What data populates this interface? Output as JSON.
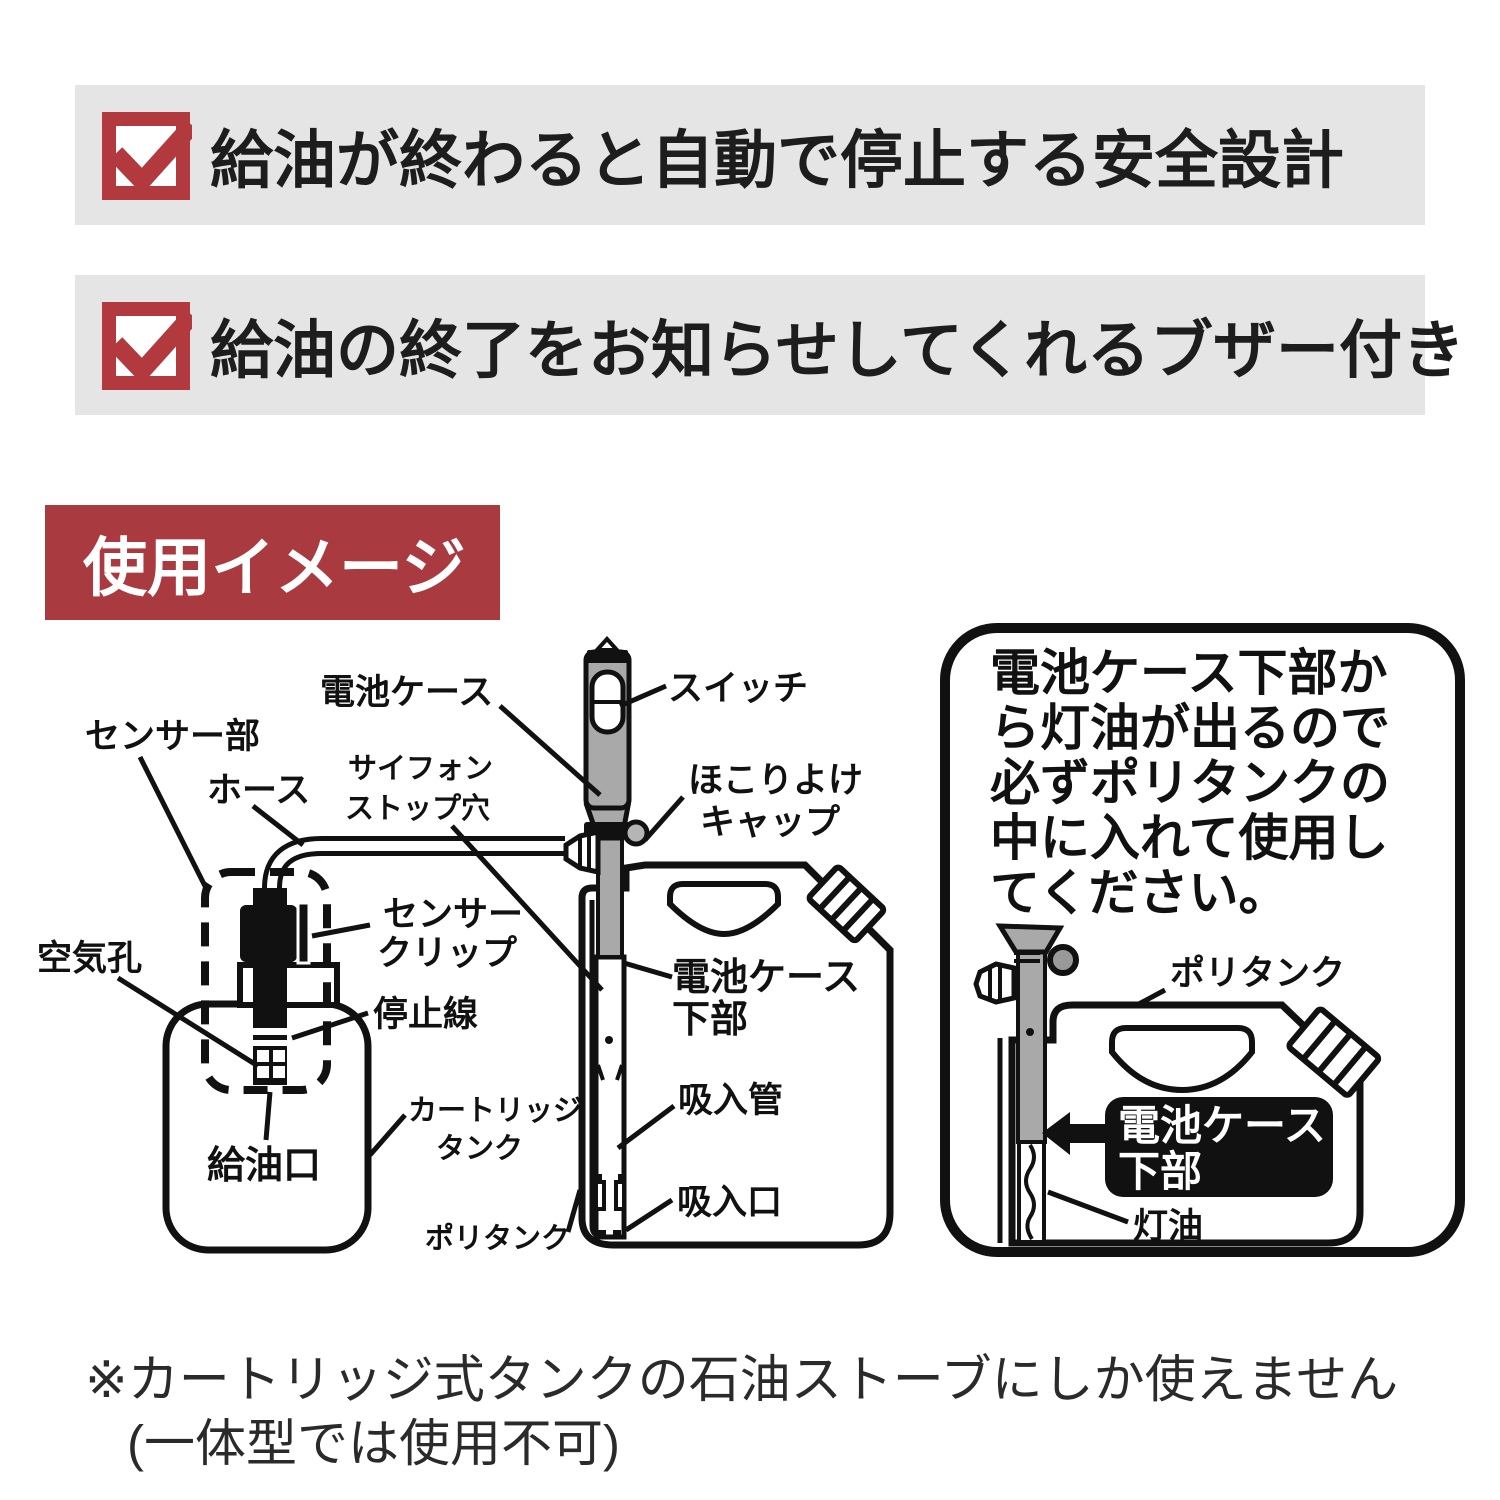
{
  "features": {
    "items": [
      {
        "text": "給油が終わると自動で停止する安全設計"
      },
      {
        "text": "給油の終了をお知らせしてくれるブザー付き"
      }
    ]
  },
  "banner": {
    "title": "使用イメージ"
  },
  "diagram": {
    "labels": {
      "battery_case": "電池ケース",
      "switch": "スイッチ",
      "sensor_unit": "センサー部",
      "hose": "ホース",
      "siphon_stop_1": "サイフォン",
      "siphon_stop_2": "ストップ穴",
      "dust_cap_1": "ほこりよけ",
      "dust_cap_2": "キャップ",
      "sensor_clip_1": "センサー",
      "sensor_clip_2": "クリップ",
      "air_hole": "空気孔",
      "stop_line": "停止線",
      "battery_case_bottom_1": "電池ケース",
      "battery_case_bottom_2": "下部",
      "cartridge_tank_1": "カートリッジ",
      "cartridge_tank_2": "タンク",
      "fuel_inlet": "給油口",
      "suction_pipe": "吸入管",
      "suction_inlet": "吸入口",
      "poly_tank": "ポリタンク"
    },
    "panel": {
      "text_lines": [
        "電池ケース下部か",
        "ら灯油が出るので",
        "必ずポリタンクの",
        "中に入れて使用し",
        "てください。"
      ],
      "poly_tank": "ポリタンク",
      "badge_1": "電池ケース",
      "badge_2": "下部",
      "kerosene": "灯油"
    }
  },
  "footnote": {
    "line1": "※カートリッジ式タンクの石油ストーブにしか使えません",
    "line2": "(一体型では使用不可)"
  },
  "colors": {
    "accent_red": "#b23a3e",
    "banner_red": "#a93a40",
    "bar_bg": "#e5e5e5",
    "ink": "#111111",
    "pump_gray": "#a9a9a9"
  }
}
